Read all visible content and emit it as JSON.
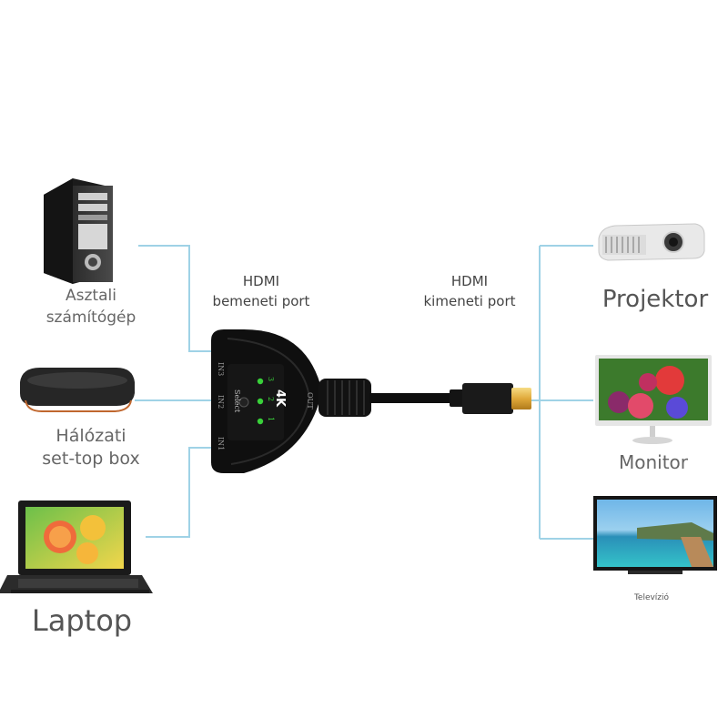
{
  "labels": {
    "input_port": "HDMI\nbemeneti port",
    "output_port": "HDMI\nkimeneti port"
  },
  "switch": {
    "port1": "IN1",
    "port2": "IN2",
    "port3": "IN3",
    "select": "Select",
    "badge": "4K",
    "led1": "1",
    "led2": "2",
    "led3": "3",
    "out": "OUT"
  },
  "devices": {
    "desktop": "Asztali\nszámítógép",
    "settop": "Hálózati\nset-top box",
    "laptop": "Laptop",
    "projector": "Projektor",
    "monitor": "Monitor",
    "tv": "Televízió"
  },
  "colors": {
    "connector_line": "#9fd2e6",
    "switch_body": "#111111",
    "hdmi_gold": "#e7b84a",
    "led_green": "#39d13a"
  }
}
